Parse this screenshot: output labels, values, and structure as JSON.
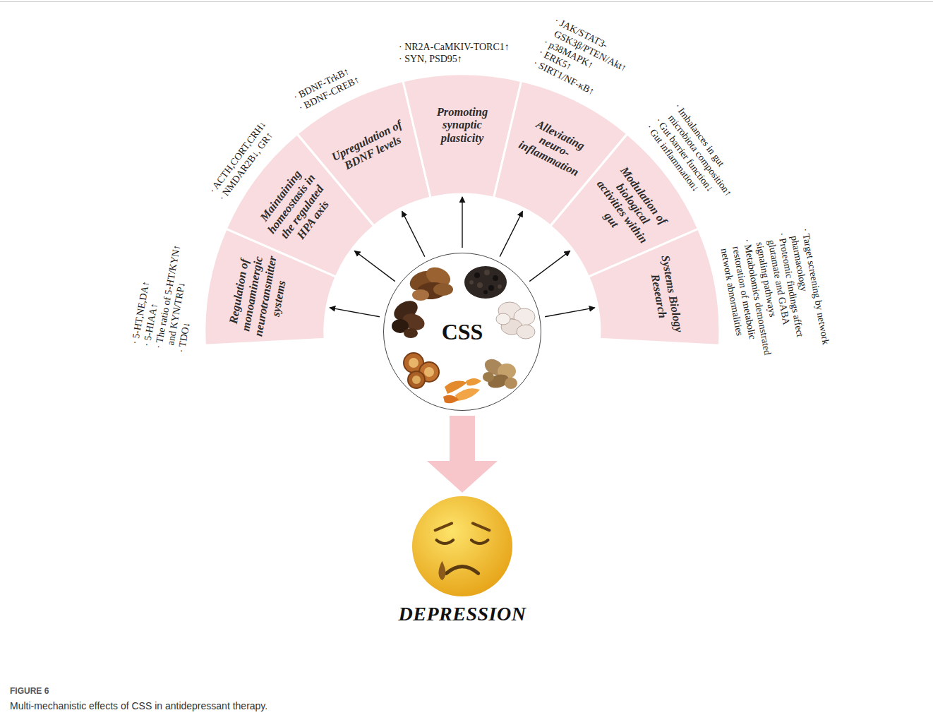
{
  "diagram": {
    "caption": "Multi-mechanistic effects of CSS in antidepressant therapy.",
    "nodes": [
      {
        "text": [
          "CSS"
        ]
      },
      {
        "text": [
          "Regulation of monoaminergic neurotransmitter systems"
        ]
      },
      {
        "text": [
          "Maintaining homeostasis in the regulated HPA axis"
        ]
      },
      {
        "text": [
          "Upregulation of BDNF levels"
        ]
      },
      {
        "text": [
          "Promoting synaptic plasticity"
        ]
      },
      {
        "text": [
          "Alleviating neuro-inflammation"
        ]
      },
      {
        "text": [
          "Modulation of biological activities within gut"
        ]
      },
      {
        "text": [
          "Systems Biology Research"
        ]
      },
      {
        "text": [
          "DEPRESSION"
        ]
      }
    ],
    "edges": [
      {
        "from": 0,
        "to": 1,
        "arrow": "to"
      },
      {
        "from": 0,
        "to": 2,
        "arrow": "to"
      },
      {
        "from": 0,
        "to": 3,
        "arrow": "to"
      },
      {
        "from": 0,
        "to": 4,
        "arrow": "to"
      },
      {
        "from": 0,
        "to": 5,
        "arrow": "to"
      },
      {
        "from": 0,
        "to": 6,
        "arrow": "to"
      },
      {
        "from": 0,
        "to": 7,
        "arrow": "to"
      },
      {
        "from": 0,
        "to": 8,
        "arrow": "to"
      }
    ],
    "labels": [
      "· 5-HT,NE,DA↑",
      "· 5-HIAA↑",
      "· The ratio of 5-HT/KYN↑ and KYN/TRP↓",
      "· TDO↓",
      "· ACTH,CORT,CRH↓",
      "· NMDAR2B↓, GR↑",
      "· BDNF-TrkB↑",
      "· BDNF-CREB↑",
      "· NR2A-CaMKIV-TORC1↑",
      "· SYN, PSD95↑",
      "· JAK/STAT3-GSK3β/PTEN/Akt↑",
      "· p38MAPK↑",
      "· ERK5↑",
      "· SIRT1/NF-κB↑",
      "· Imbalances in gut microbiota composition↑",
      "· Gut barrier function↓",
      "· Gut inflammation↓",
      "· Target screening by network pharmacology",
      "· Proteomic findings affect glutamate and GABA signaling pathways",
      "· Metabolomics demonstrated restoration of metabolic network abnormalities",
      "FIGURE 6"
    ]
  }
}
